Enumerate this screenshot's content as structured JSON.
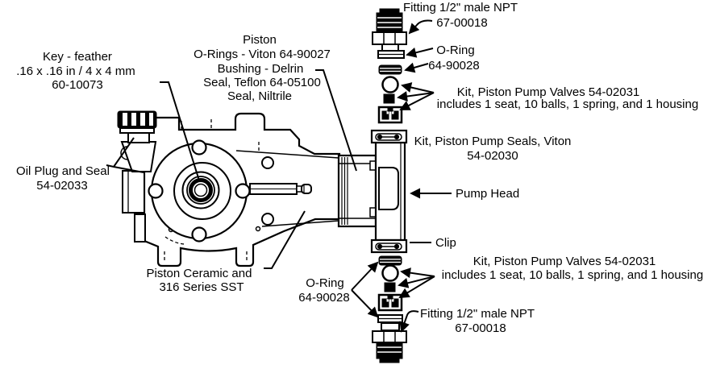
{
  "diagram_title": "Piston pump exploded parts diagram",
  "colors": {
    "line": "#000000",
    "background": "#ffffff"
  },
  "labels": {
    "fitting_top": {
      "lines": [
        "Fitting 1/2\" male NPT",
        "67-00018"
      ]
    },
    "oring_top": {
      "lines": [
        "O-Ring",
        "64-90028"
      ]
    },
    "valves_kit_top": {
      "lines": [
        "Kit, Piston Pump Valves 54-02031",
        "includes 1 seat, 10 balls, 1 spring, and 1 housing"
      ]
    },
    "seals_kit": {
      "lines": [
        "Kit, Piston Pump Seals, Viton",
        "54-02030"
      ]
    },
    "pump_head": {
      "lines": [
        "Pump Head"
      ]
    },
    "clip": {
      "lines": [
        "Clip"
      ]
    },
    "valves_kit_bottom": {
      "lines": [
        "Kit, Piston Pump Valves 54-02031",
        "includes 1 seat, 10 balls, 1 spring, and 1 housing"
      ]
    },
    "oring_bottom": {
      "lines": [
        "O-Ring",
        "64-90028"
      ]
    },
    "fitting_bottom": {
      "lines": [
        "Fitting 1/2\" male NPT",
        "67-00018"
      ]
    },
    "piston": {
      "lines": [
        "Piston",
        "O-Rings - Viton 64-90027",
        "Bushing - Delrin",
        "Seal, Teflon 64-05100",
        "Seal, Niltrile"
      ]
    },
    "key_feather": {
      "lines": [
        "Key - feather",
        ".16 x .16 in / 4 x 4 mm",
        "60-10073"
      ]
    },
    "oil_plug": {
      "lines": [
        "Oil Plug and Seal",
        "54-02033"
      ]
    },
    "piston_ceramic": {
      "lines": [
        "Piston Ceramic and",
        "316 Series SST"
      ]
    }
  }
}
